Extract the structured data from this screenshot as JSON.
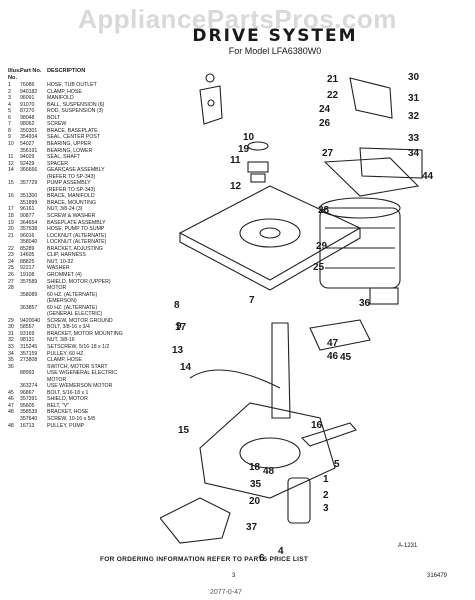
{
  "watermark": "AppliancePartsPros.com",
  "title": "DRIVE SYSTEM",
  "subtitle": "For Model LFA6380W0",
  "parts_header": {
    "illus": "Illus. No.",
    "part": "Part No.",
    "desc": "DESCRIPTION"
  },
  "parts": [
    [
      "1",
      "76086",
      "HOSE, TUB OUTLET"
    ],
    [
      "2",
      "940182",
      "CLAMP, HOSE"
    ],
    [
      "3",
      "96091",
      "MANIFOLD"
    ],
    [
      "4",
      "91070",
      "BALL, SUSPENSION (6)"
    ],
    [
      "5",
      "87270",
      "ROD, SUSPENSION (3)"
    ],
    [
      "6",
      "98048",
      "BOLT"
    ],
    [
      "7",
      "98062",
      "SCREW"
    ],
    [
      "8",
      "350301",
      "BRACE, BASEPLATE"
    ],
    [
      "9",
      "354934",
      "SEAL, CENTER POST"
    ],
    [
      "10",
      "54027",
      "BEARING, UPPER"
    ],
    [
      "",
      "356191",
      "BEARING, LOWER"
    ],
    [
      "11",
      "94029",
      "SEAL, SHAFT"
    ],
    [
      "12",
      "92429",
      "SPACER"
    ],
    [
      "14",
      "366666",
      "GEARCASE ASSEMBLY"
    ],
    [
      "",
      "",
      "(REFER TO SP-343)"
    ],
    [
      "15",
      "357729",
      "PUMP ASSEMBLY"
    ],
    [
      "",
      "",
      "(REFER TO SP-343)"
    ],
    [
      "16",
      "351300",
      "BRACE, MANIFOLD"
    ],
    [
      "",
      "351899",
      "BRACE, MOUNTING"
    ],
    [
      "17",
      "96161",
      "NUT, 3/8-24 (3)"
    ],
    [
      "18",
      "90877",
      "SCREW & WASHER"
    ],
    [
      "19",
      "364654",
      "BASEPLATE ASSEMBLY"
    ],
    [
      "20",
      "357538",
      "HOSE, PUMP TO SUMP"
    ],
    [
      "21",
      "96016",
      "LOCKNUT (ALTERNATE)"
    ],
    [
      "",
      "358040",
      "LOCKNUT (ALTERNATE)"
    ],
    [
      "22",
      "85289",
      "BRACKET, ADJUSTING"
    ],
    [
      "23",
      "14605",
      "CLIP, HARNESS"
    ],
    [
      "24",
      "88825",
      "NUT, 10-32"
    ],
    [
      "25",
      "92217",
      "WASHER"
    ],
    [
      "26",
      "19108",
      "GROMMET (4)"
    ],
    [
      "27",
      "357589",
      "SHIELD, MOTOR (UPPER)"
    ],
    [
      "28",
      "",
      "MOTOR"
    ],
    [
      "",
      "358089",
      "60 HZ. (ALTERNATE)"
    ],
    [
      "",
      "",
      "(EMERSON)"
    ],
    [
      "",
      "363857",
      "60 HZ. (ALTERNATE)"
    ],
    [
      "",
      "",
      "(GENERAL ELECTRIC)"
    ],
    [
      "29",
      "9420040",
      "SCREW, MOTOR GROUND"
    ],
    [
      "30",
      "58557",
      "BOLT, 3/8-16 x 3/4"
    ],
    [
      "31",
      "93169",
      "BRACKET, MOTOR MOUNTING"
    ],
    [
      "32",
      "98131",
      "NUT, 3/8-16"
    ],
    [
      "33",
      "315245",
      "SETSCREW, 5/16-18 x 1/2"
    ],
    [
      "34",
      "357159",
      "PULLEY, 60 HZ."
    ],
    [
      "35",
      "273808",
      "CLAMP, HOSE"
    ],
    [
      "36",
      "",
      "SWITCH, MOTOR START"
    ],
    [
      "",
      "88993",
      "USE W/GENERAL ELECTRIC"
    ],
    [
      "",
      "",
      "MOTOR"
    ],
    [
      "",
      "363274",
      "USE W/EMERSON MOTOR"
    ],
    [
      "45",
      "96867",
      "BOLT, 5/16-18 x 1"
    ],
    [
      "46",
      "357391",
      "SHIELD, MOTOR"
    ],
    [
      "47",
      "95605",
      "BELT, \"V\""
    ],
    [
      "48",
      "358539",
      "BRACKET, HOSE"
    ],
    [
      "",
      "357640",
      "SCREW, 10-16 x 5/8"
    ],
    [
      "48",
      "16713",
      "PULLEY, PUMP"
    ]
  ],
  "callouts": [
    "21",
    "30",
    "22",
    "31",
    "24",
    "26",
    "32",
    "33",
    "34",
    "27",
    "44",
    "28",
    "10",
    "19",
    "11",
    "12",
    "29",
    "25",
    "8",
    "9",
    "17",
    "7",
    "36",
    "13",
    "14",
    "47",
    "46",
    "45",
    "16",
    "48",
    "15",
    "18",
    "35",
    "20",
    "5",
    "1",
    "2",
    "3",
    "37",
    "4",
    "6"
  ],
  "drawing_id": "A-1231",
  "footer": "FOR ORDERING INFORMATION REFER TO PARTS PRICE LIST",
  "page_number": "3",
  "doc_number": "316479",
  "scan_mark": "2077-0-47"
}
